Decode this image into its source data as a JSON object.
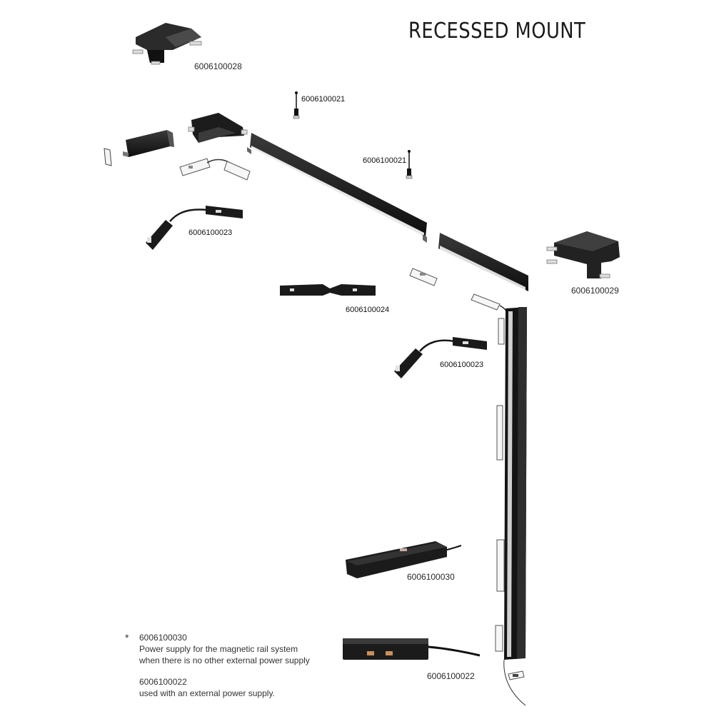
{
  "title": "RECESSED MOUNT",
  "labels": {
    "l_corner_top": "6006100028",
    "suspension_1": "6006100021",
    "suspension_2": "6006100021",
    "flex_connector_1": "6006100023",
    "straight_connector": "6006100024",
    "l_corner_right": "6006100029",
    "flex_connector_2": "6006100023",
    "power_supply_module": "6006100030",
    "power_input_module": "6006100022"
  },
  "notes": {
    "star": "*",
    "code_1": "6006100030",
    "text_1a": "Power supply for the magnetic rail system",
    "text_1b": "when there is no other external power supply",
    "code_2": "6006100022",
    "text_2": "used with an external power supply."
  }
}
